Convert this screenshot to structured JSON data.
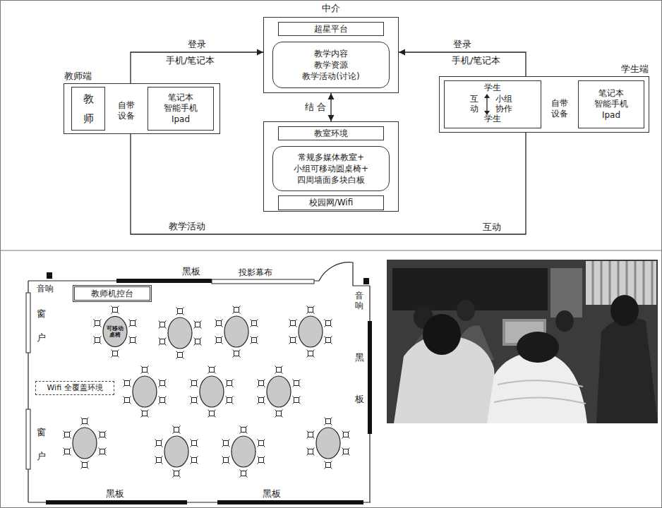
{
  "diagram": {
    "nodes": [
      {
        "text": [
          "中介"
        ]
      },
      {
        "text": [
          "超星平台"
        ],
        "in": 0
      },
      {
        "text": [
          "教学内容 教学资源 教学活动(讨论)"
        ],
        "in": 0
      },
      {
        "text": [
          "教师端"
        ]
      },
      {
        "text": [
          "教师"
        ],
        "in": 3
      },
      {
        "text": [
          "笔记本 智能手机 Ipad"
        ],
        "in": 3
      },
      {
        "text": [
          "学生端"
        ]
      },
      {
        "text": [
          "学生",
          "互动",
          "小组协作",
          "学生"
        ],
        "in": 6
      },
      {
        "text": [
          "笔记本 智能手机 Ipad"
        ],
        "in": 6
      },
      {
        "text": [
          "教室环境"
        ]
      },
      {
        "text": [
          "常规多媒体教室+ 小组可移动圆桌椅+ 四周墙面多块白板"
        ],
        "in": 9
      },
      {
        "text": [
          "校园网/Wifi"
        ],
        "in": 9
      },
      {
        "text": [
          "教师机控台"
        ]
      },
      {
        "text": [
          "可移动桌椅"
        ]
      },
      {
        "text": [
          "Wifi 全覆盖环境"
        ]
      }
    ],
    "edges": [
      {
        "from": 3,
        "to": 0,
        "arrow": "to",
        "label": "登录"
      },
      {
        "from": 6,
        "to": 0,
        "arrow": "to",
        "label": "登录"
      },
      {
        "from": 0,
        "to": 9,
        "arrow": "both",
        "label": "结 合"
      },
      {
        "from": 4,
        "to": 5,
        "arrow": "to",
        "label": "自带设备"
      },
      {
        "from": 7,
        "to": 8,
        "arrow": "to",
        "label": "自带设备"
      },
      {
        "from": 3,
        "to": 6,
        "arrow": "none",
        "label": "教学活动"
      }
    ],
    "labels": [
      "手机/笔记本",
      "手机/笔记本",
      "互动",
      "音响",
      "黑板",
      "投影幕布",
      "窗户",
      "音响",
      "黑板",
      "窗户",
      "黑板",
      "黑板"
    ]
  }
}
